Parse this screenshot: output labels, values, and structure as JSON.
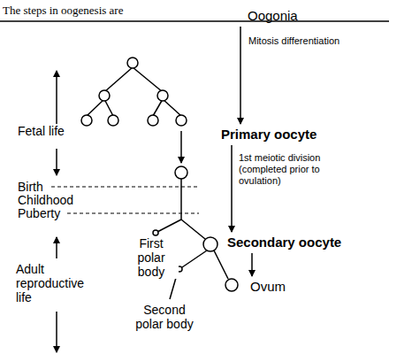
{
  "diagram": {
    "title": "The steps in oogenesis are",
    "nodes": [
      {
        "text": [
          "Oogonia"
        ]
      },
      {
        "text": [
          "Primary oocyte"
        ]
      },
      {
        "text": [
          "Secondary oocyte"
        ]
      },
      {
        "text": [
          "Ovum"
        ]
      }
    ],
    "edges": [
      {
        "from": 0,
        "to": 1,
        "arrow": "to",
        "label": "Mitosis differentiation"
      },
      {
        "from": 1,
        "to": 2,
        "arrow": "to",
        "label": "1st meiotic division (completed prior to ovulation)"
      },
      {
        "from": 2,
        "to": 3,
        "arrow": "to"
      }
    ],
    "labels": [
      "Fetal life",
      "Birth",
      "Childhood",
      "Puberty",
      "Adult reproductive life",
      "First polar body",
      "Second polar body"
    ]
  }
}
